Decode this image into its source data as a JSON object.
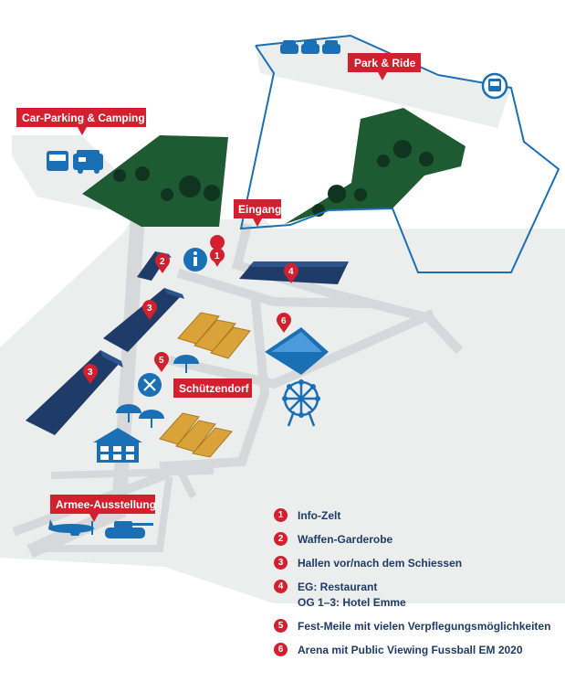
{
  "labels": {
    "park_ride": "Park & Ride",
    "car_parking": "Car-Parking & Camping",
    "eingang": "Eingang",
    "schuetzendorf": "Schützendorf",
    "armee": "Armee-Ausstellung"
  },
  "pins": [
    "1",
    "2",
    "3",
    "3",
    "4",
    "5",
    "6"
  ],
  "legend": [
    {
      "num": "1",
      "lines": [
        "Info-Zelt"
      ]
    },
    {
      "num": "2",
      "lines": [
        "Waffen-Garderobe"
      ]
    },
    {
      "num": "3",
      "lines": [
        "Hallen vor/nach dem Schiessen"
      ]
    },
    {
      "num": "4",
      "lines": [
        "EG: Restaurant",
        "OG 1–3: Hotel Emme"
      ]
    },
    {
      "num": "5",
      "lines": [
        "Fest-Meile mit vielen Verpflegungsmöglichkeiten"
      ]
    },
    {
      "num": "6",
      "lines": [
        "Arena mit Public Viewing Fussball EM 2020"
      ]
    }
  ],
  "icons": [
    "car-icon",
    "bus-icon",
    "camper-icon",
    "info-icon",
    "cutlery-icon",
    "umbrella-icon",
    "ferris-wheel-icon",
    "tank-icon",
    "airplane-icon",
    "tree-icon"
  ],
  "colors": {
    "red": "#d2202f",
    "navy": "#1f3b67",
    "blue": "#1a6fb5",
    "green": "#1e5a32",
    "ground": "#eaebec",
    "road": "#d9dadb",
    "wood": "#d9a33a"
  }
}
